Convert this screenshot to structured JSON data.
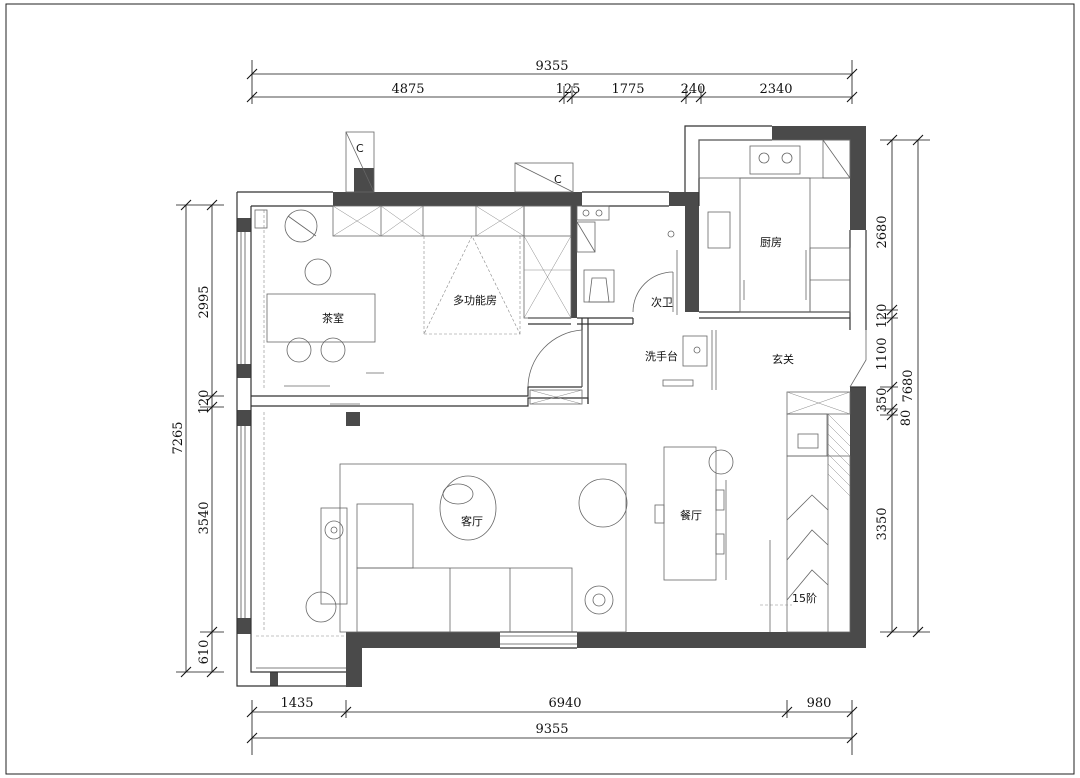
{
  "dimensions": {
    "top_total": "9355",
    "top_segments": [
      "4875",
      "125",
      "1775",
      "240",
      "2340"
    ],
    "bottom_segments": [
      "1435",
      "6940",
      "980"
    ],
    "bottom_total": "9355",
    "left_total": "7265",
    "left_segments": [
      "2995",
      "120",
      "3540",
      "610"
    ],
    "right_total": "7680",
    "right_segments": [
      "2680",
      "120",
      "1100",
      "350",
      "80",
      "3350"
    ]
  },
  "rooms": {
    "tea_room": "茶室",
    "multi_room": "多功能房",
    "second_bath": "次卫",
    "kitchen": "厨房",
    "wash_basin": "洗手台",
    "entrance": "玄关",
    "living_room": "客厅",
    "dining_room": "餐厅",
    "stairs": "15阶"
  },
  "labels": {
    "cabinet_c1": "C",
    "cabinet_c2": "C"
  }
}
